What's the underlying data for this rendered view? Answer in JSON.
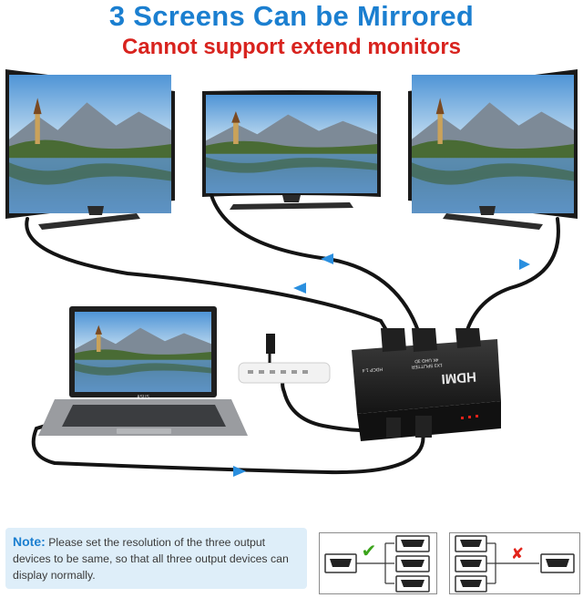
{
  "heading": {
    "line1": "3 Screens Can be Mirrored",
    "line2": "Cannot support extend monitors"
  },
  "laptop": {
    "brand": "ASUS"
  },
  "device": {
    "label_main": "HDMI",
    "label_sub1": "1X3 SPLITTER",
    "label_sub2": "4K UHD 3D",
    "label_hdcp": "HDCP 1.4"
  },
  "note": {
    "label": "Note:",
    "text": "Please set the resolution of the three output devices to be same, so that all three output devices can display normally."
  },
  "diagram_ok": {
    "mark": "✔"
  },
  "diagram_bad": {
    "mark": "✘"
  },
  "colors": {
    "title_blue": "#1b7fd0",
    "title_red": "#d8231e",
    "arrow_blue": "#2a8fdf",
    "note_bg": "#deeef9",
    "check_green": "#3aa31a",
    "cross_red": "#e2231a"
  }
}
